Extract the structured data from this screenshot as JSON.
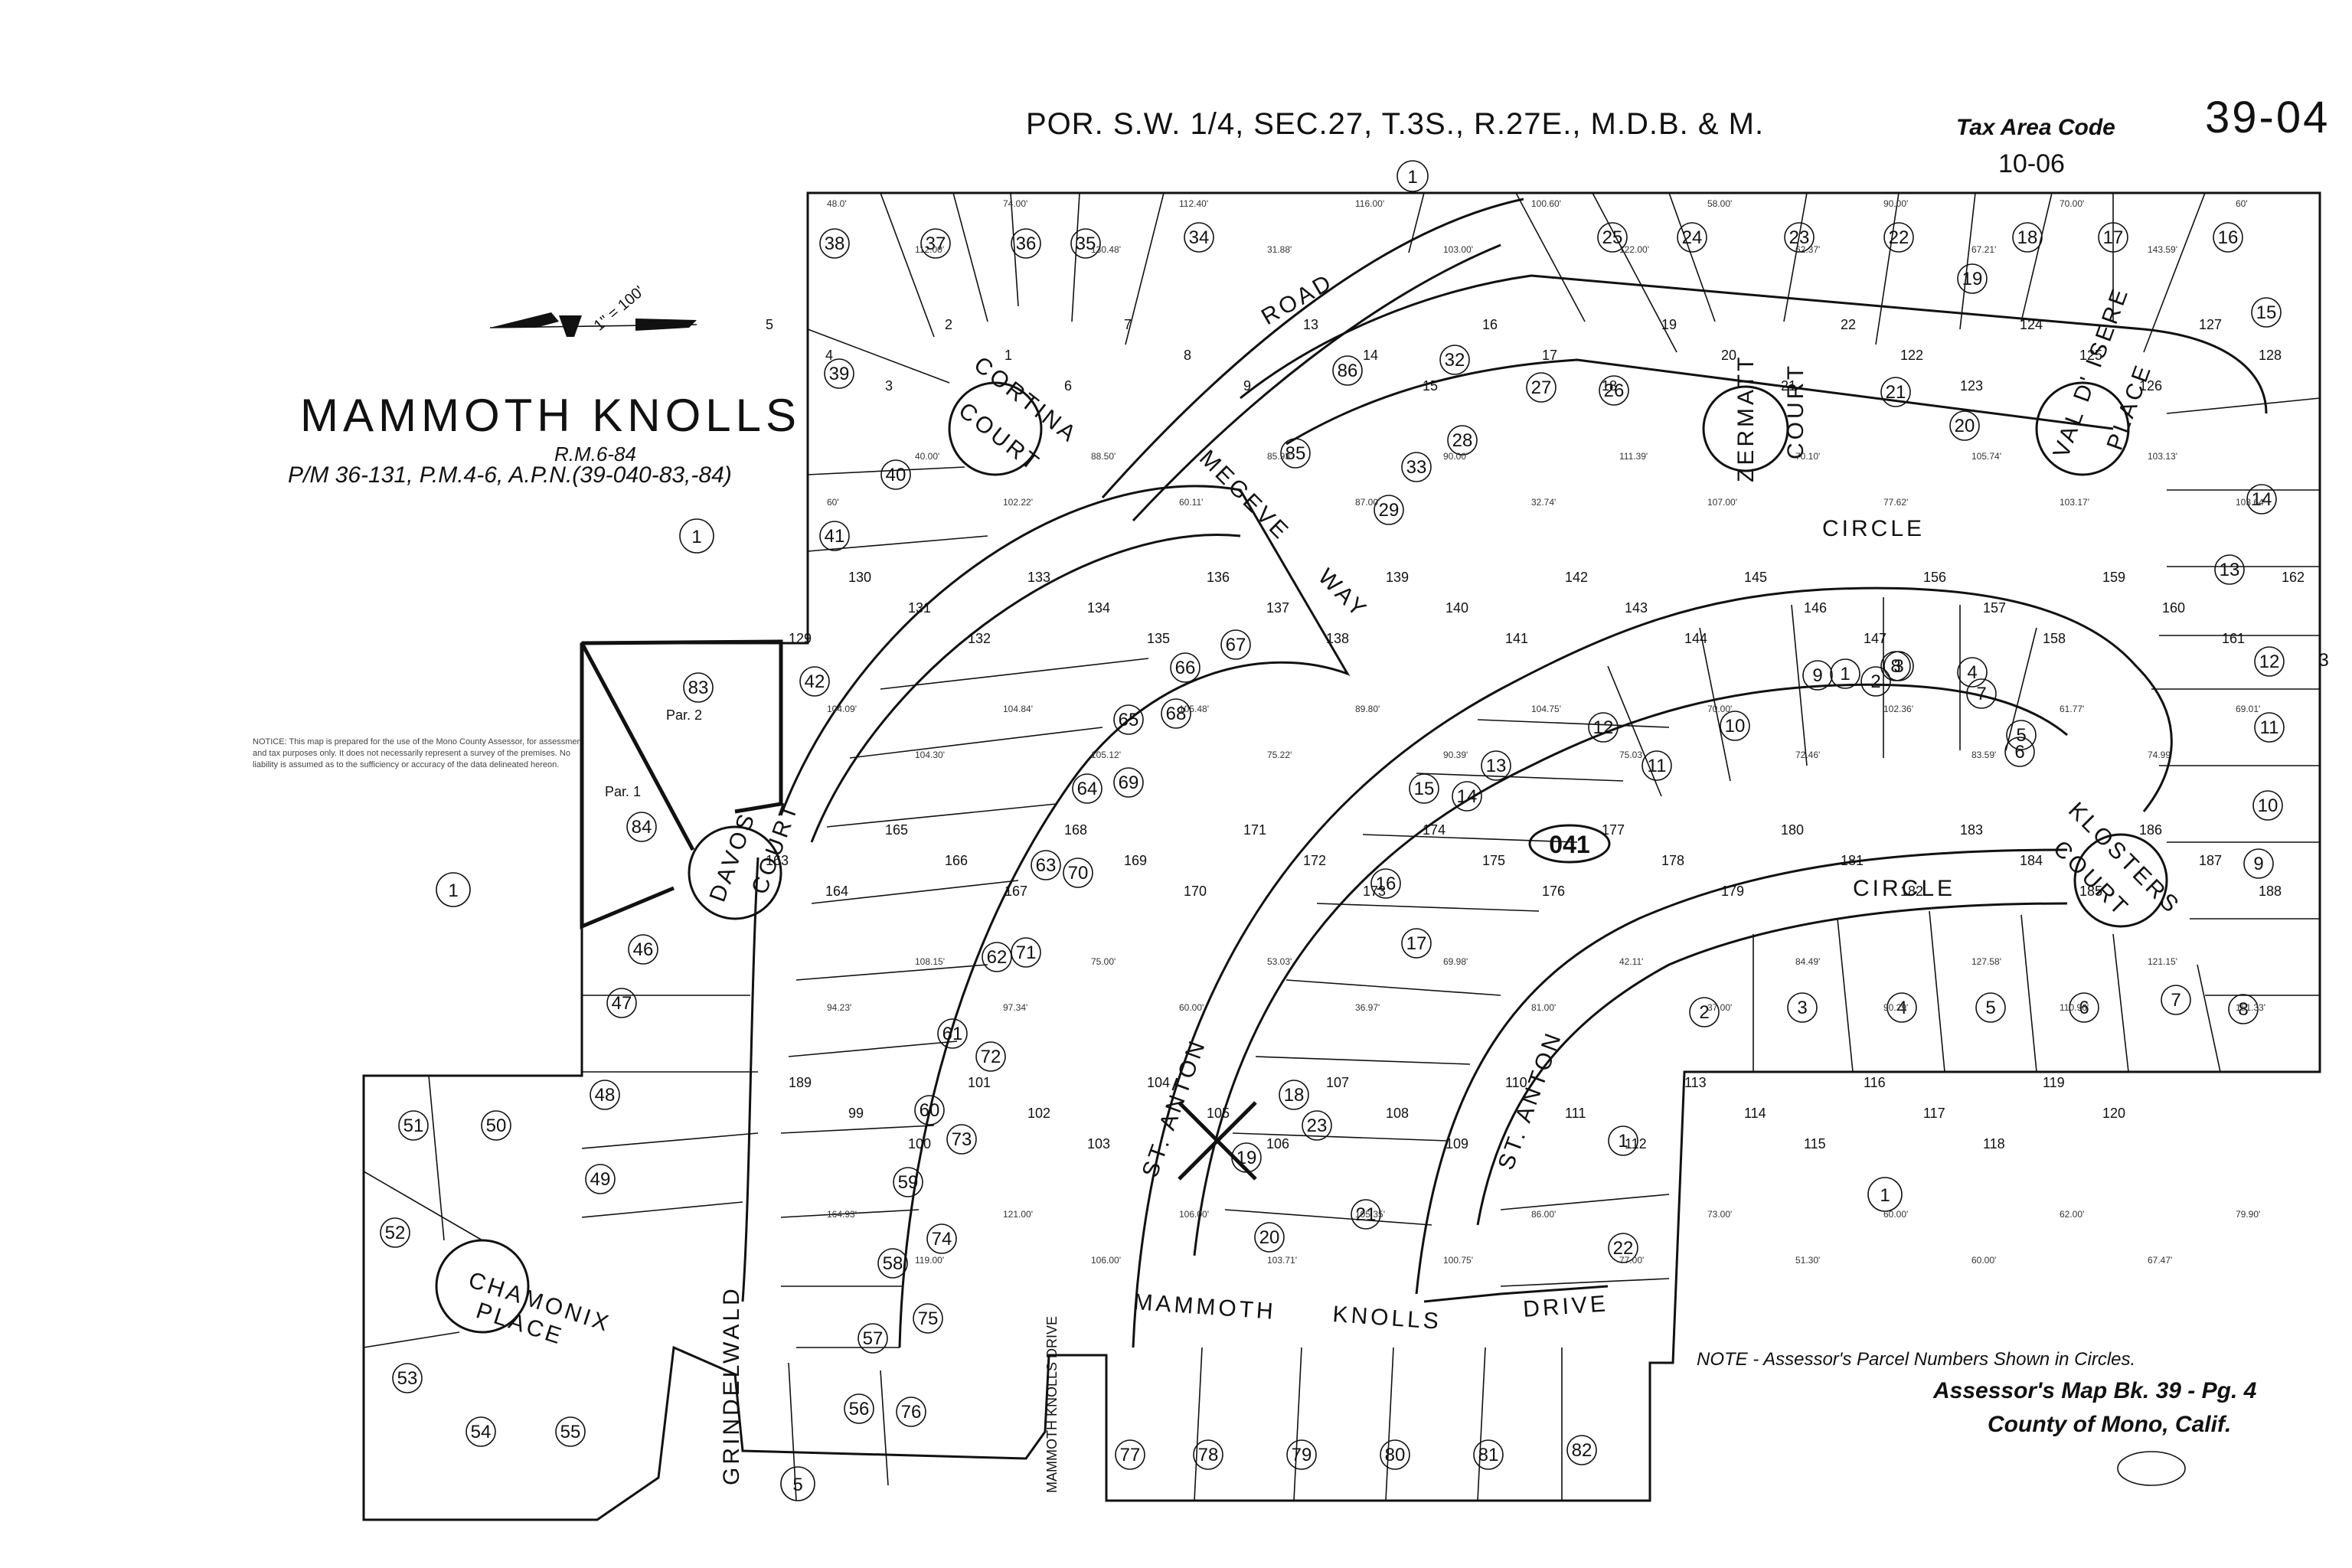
{
  "header": {
    "section": "POR. S.W. 1/4, SEC.27, T.3S., R.27E., M.D.B. & M.",
    "tax_area_label": "Tax Area Code",
    "tax_area_code": "10-06",
    "map_number": "39-04"
  },
  "title": {
    "name": "MAMMOTH KNOLLS",
    "rm": "R.M.6-84",
    "pm": "P/M 36-131, P.M.4-6, A.P.N.(39-040-83,-84)"
  },
  "scale": "1\" = 100'",
  "notes": {
    "parcel_note": "NOTE - Assessor's Parcel Numbers Shown in Circles.",
    "book_page": "Assessor's Map Bk. 39 - Pg. 4",
    "county": "County of Mono, Calif.",
    "disclaimer": "NOTICE: This map is prepared for the use of the Mono County Assessor, for assessment and tax purposes only. It does not necessarily represent a survey of the premises. No liability is assumed as to the sufficiency or accuracy of the data delineated hereon."
  },
  "block": "041",
  "streets": {
    "road": "ROAD",
    "megeve": "MEGEVE",
    "way": "WAY",
    "cortina": "CORTINA",
    "court": "COURT",
    "zermatt": "ZERMATT",
    "circle": "CIRCLE",
    "val_disere": "VAL D' ISERE",
    "place": "PLACE",
    "klosters": "KLOSTERS",
    "davos": "DAVOS",
    "chamonix": "CHAMONIX",
    "grindelwald": "GRINDELWALD",
    "st_anton": "ST. ANTON",
    "mammoth_knolls": "MAMMOTH",
    "knolls": "KNOLLS",
    "drive": "DRIVE",
    "mkd_small": "MAMMOTH KNOLLS DRIVE",
    "par1": "Par. 1",
    "par2": "Par. 2"
  },
  "ref_parcels": [
    "1",
    "1",
    "1",
    "1",
    "3",
    "5"
  ],
  "apns": [
    "38",
    "37",
    "36",
    "35",
    "34",
    "39",
    "40",
    "41",
    "42",
    "83",
    "84",
    "46",
    "47",
    "48",
    "49",
    "50",
    "51",
    "52",
    "53",
    "54",
    "55",
    "56",
    "57",
    "58",
    "59",
    "60",
    "61",
    "62",
    "63",
    "64",
    "65",
    "66",
    "67",
    "68",
    "69",
    "70",
    "71",
    "72",
    "73",
    "74",
    "75",
    "76",
    "77",
    "78",
    "79",
    "80",
    "81",
    "82",
    "85",
    "86",
    "32",
    "33",
    "28",
    "29",
    "27",
    "26",
    "25",
    "24",
    "23",
    "22",
    "21",
    "20",
    "19",
    "18",
    "17",
    "16",
    "15",
    "14",
    "13",
    "12",
    "11",
    "10",
    "9",
    "8",
    "7",
    "6",
    "5",
    "4",
    "3",
    "2",
    "1",
    "22",
    "23",
    "21",
    "20",
    "19",
    "18",
    "17",
    "16",
    "15",
    "14",
    "13",
    "12",
    "11",
    "10",
    "9",
    "8",
    "7",
    "6",
    "5",
    "4",
    "3",
    "2",
    "1"
  ],
  "lots": [
    "5",
    "4",
    "3",
    "2",
    "1",
    "6",
    "7",
    "8",
    "9",
    "13",
    "14",
    "15",
    "16",
    "17",
    "18",
    "19",
    "20",
    "21",
    "22",
    "122",
    "123",
    "124",
    "125",
    "126",
    "127",
    "128",
    "129",
    "130",
    "131",
    "132",
    "133",
    "134",
    "135",
    "136",
    "137",
    "138",
    "139",
    "140",
    "141",
    "142",
    "143",
    "144",
    "145",
    "146",
    "147",
    "156",
    "157",
    "158",
    "159",
    "160",
    "161",
    "162",
    "163",
    "164",
    "165",
    "166",
    "167",
    "168",
    "169",
    "170",
    "171",
    "172",
    "173",
    "174",
    "175",
    "176",
    "177",
    "178",
    "179",
    "180",
    "181",
    "182",
    "183",
    "184",
    "185",
    "186",
    "187",
    "188",
    "189",
    "99",
    "100",
    "101",
    "102",
    "103",
    "104",
    "105",
    "106",
    "107",
    "108",
    "109",
    "110",
    "111",
    "112",
    "113",
    "114",
    "115",
    "116",
    "117",
    "118",
    "119",
    "120"
  ],
  "dims": [
    "48.0'",
    "112.00'",
    "74.00'",
    "130.48'",
    "112.40'",
    "31.88'",
    "116.00'",
    "103.00'",
    "100.60'",
    "122.00'",
    "58.00'",
    "62.37'",
    "90.00'",
    "67.21'",
    "70.00'",
    "143.59'",
    "60'",
    "60'",
    "40.00'",
    "102.22'",
    "88.50'",
    "60.11'",
    "85.93'",
    "87.00'",
    "90.00'",
    "32.74'",
    "111.39'",
    "107.00'",
    "70.10'",
    "77.62'",
    "105.74'",
    "103.17'",
    "103.13'",
    "103.64'",
    "104.09'",
    "104.30'",
    "104.84'",
    "105.12'",
    "105.48'",
    "75.22'",
    "89.80'",
    "90.39'",
    "104.75'",
    "75.03'",
    "70.00'",
    "72.46'",
    "102.36'",
    "83.59'",
    "61.77'",
    "74.99'",
    "69.01'",
    "94.23'",
    "108.15'",
    "97.34'",
    "75.00'",
    "60.00'",
    "53.03'",
    "36.97'",
    "69.98'",
    "81.00'",
    "42.11'",
    "37.00'",
    "84.49'",
    "90.29'",
    "127.58'",
    "110.96'",
    "121.15'",
    "151.33'",
    "164.93'",
    "119.00'",
    "121.00'",
    "106.00'",
    "106.00'",
    "103.71'",
    "105.35'",
    "100.75'",
    "86.00'",
    "77.00'",
    "73.00'",
    "51.30'",
    "60.00'",
    "60.00'",
    "62.00'",
    "67.47'",
    "79.90'"
  ]
}
